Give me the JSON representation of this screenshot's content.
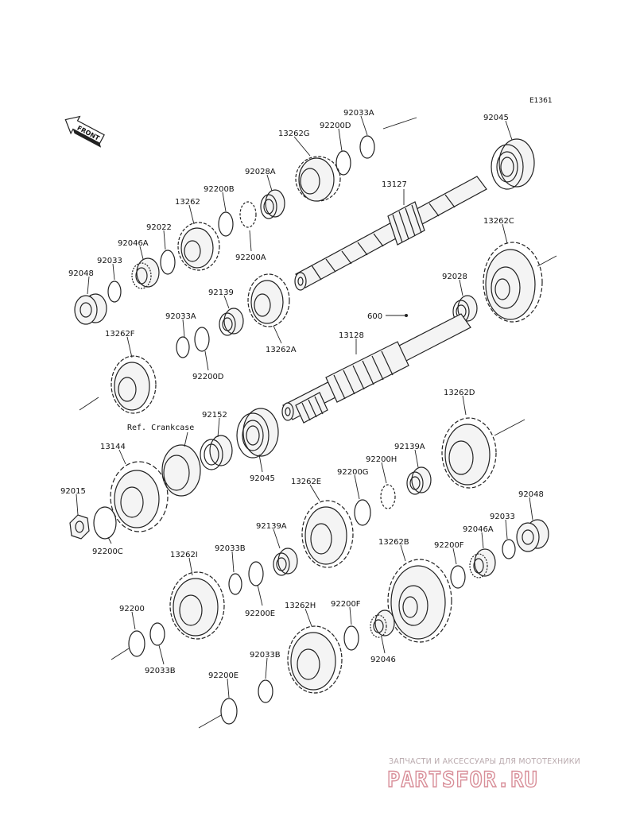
{
  "diagram_code": "E1361",
  "front_label": "FRONT",
  "ref_note": "Ref. Crankcase",
  "labels": [
    {
      "key": "p1",
      "text": "92033A"
    },
    {
      "key": "p2",
      "text": "92045"
    },
    {
      "key": "p3",
      "text": "13262G"
    },
    {
      "key": "p4",
      "text": "92200D"
    },
    {
      "key": "p5",
      "text": "92028A"
    },
    {
      "key": "p6",
      "text": "92200B"
    },
    {
      "key": "p7",
      "text": "13262"
    },
    {
      "key": "p8",
      "text": "13127"
    },
    {
      "key": "p9",
      "text": "92022"
    },
    {
      "key": "p10",
      "text": "92046A"
    },
    {
      "key": "p11",
      "text": "92200A"
    },
    {
      "key": "p12",
      "text": "92033"
    },
    {
      "key": "p13",
      "text": "92048"
    },
    {
      "key": "p14",
      "text": "13262C"
    },
    {
      "key": "p15",
      "text": "92139"
    },
    {
      "key": "p16",
      "text": "92028"
    },
    {
      "key": "p17",
      "text": "92033A"
    },
    {
      "key": "p18",
      "text": "600"
    },
    {
      "key": "p19",
      "text": "13262A"
    },
    {
      "key": "p20",
      "text": "13262F"
    },
    {
      "key": "p21",
      "text": "13128"
    },
    {
      "key": "p22",
      "text": "92200D"
    },
    {
      "key": "p23",
      "text": "92152"
    },
    {
      "key": "p24",
      "text": "13262D"
    },
    {
      "key": "p25",
      "text": "13144"
    },
    {
      "key": "p26",
      "text": "92139A"
    },
    {
      "key": "p27",
      "text": "92200H"
    },
    {
      "key": "p28",
      "text": "92200G"
    },
    {
      "key": "p29",
      "text": "92045"
    },
    {
      "key": "p30",
      "text": "13262E"
    },
    {
      "key": "p31",
      "text": "92015"
    },
    {
      "key": "p32",
      "text": "92048"
    },
    {
      "key": "p33",
      "text": "92033"
    },
    {
      "key": "p34",
      "text": "92200C"
    },
    {
      "key": "p35",
      "text": "92139A"
    },
    {
      "key": "p36",
      "text": "92046A"
    },
    {
      "key": "p37",
      "text": "13262I"
    },
    {
      "key": "p38",
      "text": "92033B"
    },
    {
      "key": "p39",
      "text": "13262B"
    },
    {
      "key": "p40",
      "text": "92200F"
    },
    {
      "key": "p41",
      "text": "92200E"
    },
    {
      "key": "p42",
      "text": "92200"
    },
    {
      "key": "p43",
      "text": "13262H"
    },
    {
      "key": "p44",
      "text": "92200F"
    },
    {
      "key": "p45",
      "text": "92046"
    },
    {
      "key": "p46",
      "text": "92033B"
    },
    {
      "key": "p47",
      "text": "92033B"
    },
    {
      "key": "p48",
      "text": "92200E"
    }
  ],
  "watermark": {
    "tagline": "ЗАПЧАСТИ И АКСЕССУАРЫ ДЛЯ МОТОТЕХНИКИ",
    "brand": "PARTSFOR.RU",
    "color": "#d88e98"
  }
}
